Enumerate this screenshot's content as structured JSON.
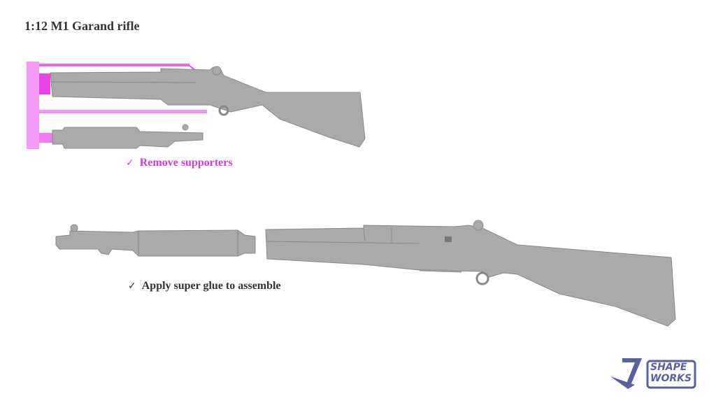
{
  "title": "1:12 M1 Garand rifle",
  "steps": [
    {
      "check": "✓",
      "text": "Remove supporters",
      "color": "#d23cd2"
    },
    {
      "check": "✓",
      "text": "Apply super glue to assemble",
      "color": "#333333"
    }
  ],
  "logo": {
    "line1": "SHAPE",
    "line2": "WORKS",
    "color": "#5a5f9e"
  },
  "colors": {
    "part": "#a9a9a9",
    "support": "#f07cf0"
  }
}
